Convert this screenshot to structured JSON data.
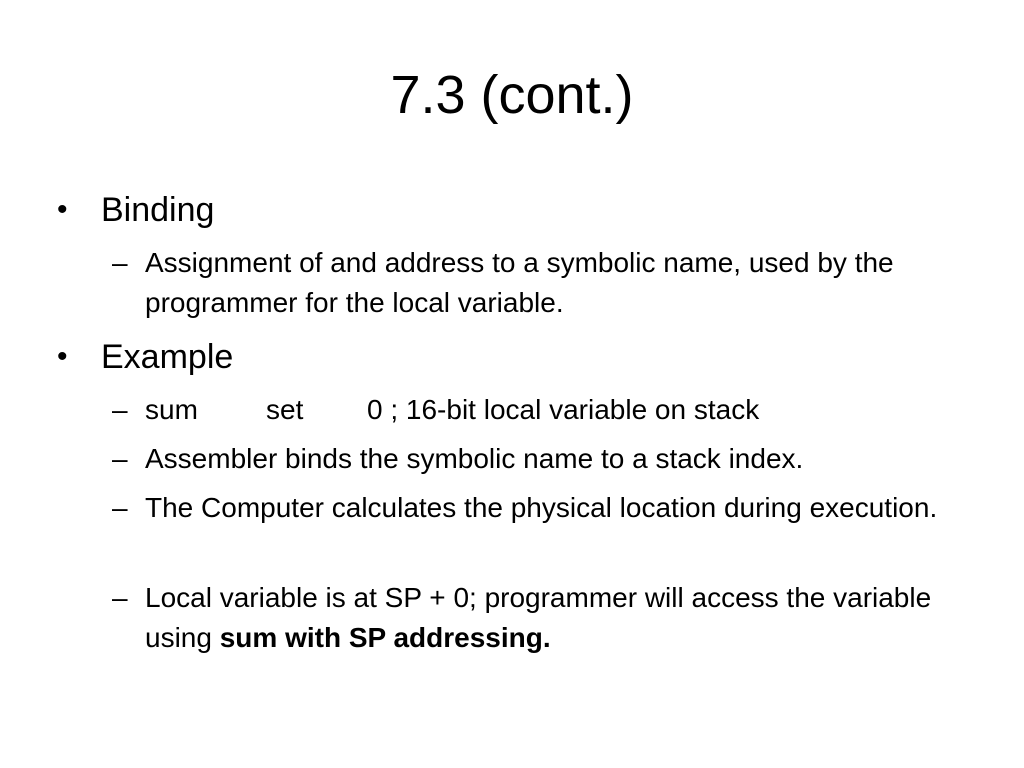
{
  "slide": {
    "title": "7.3 (cont.)",
    "bullet_glyph": "•",
    "dash_glyph": "–",
    "sections": [
      {
        "heading": "Binding",
        "items": [
          {
            "text": "Assignment of and address to a symbolic name, used by the programmer for the local variable."
          }
        ]
      },
      {
        "heading": "Example",
        "code_line": {
          "label": "sum",
          "op": "set",
          "rest": "0 ; 16-bit local variable on stack"
        },
        "items": [
          {
            "text": "Assembler binds the symbolic name to a stack index."
          },
          {
            "text": "The Computer calculates the physical location during execution."
          },
          {
            "text_prefix": "Local variable is at SP + 0; programmer will access the variable using ",
            "text_bold": "sum with SP addressing."
          }
        ]
      }
    ]
  }
}
